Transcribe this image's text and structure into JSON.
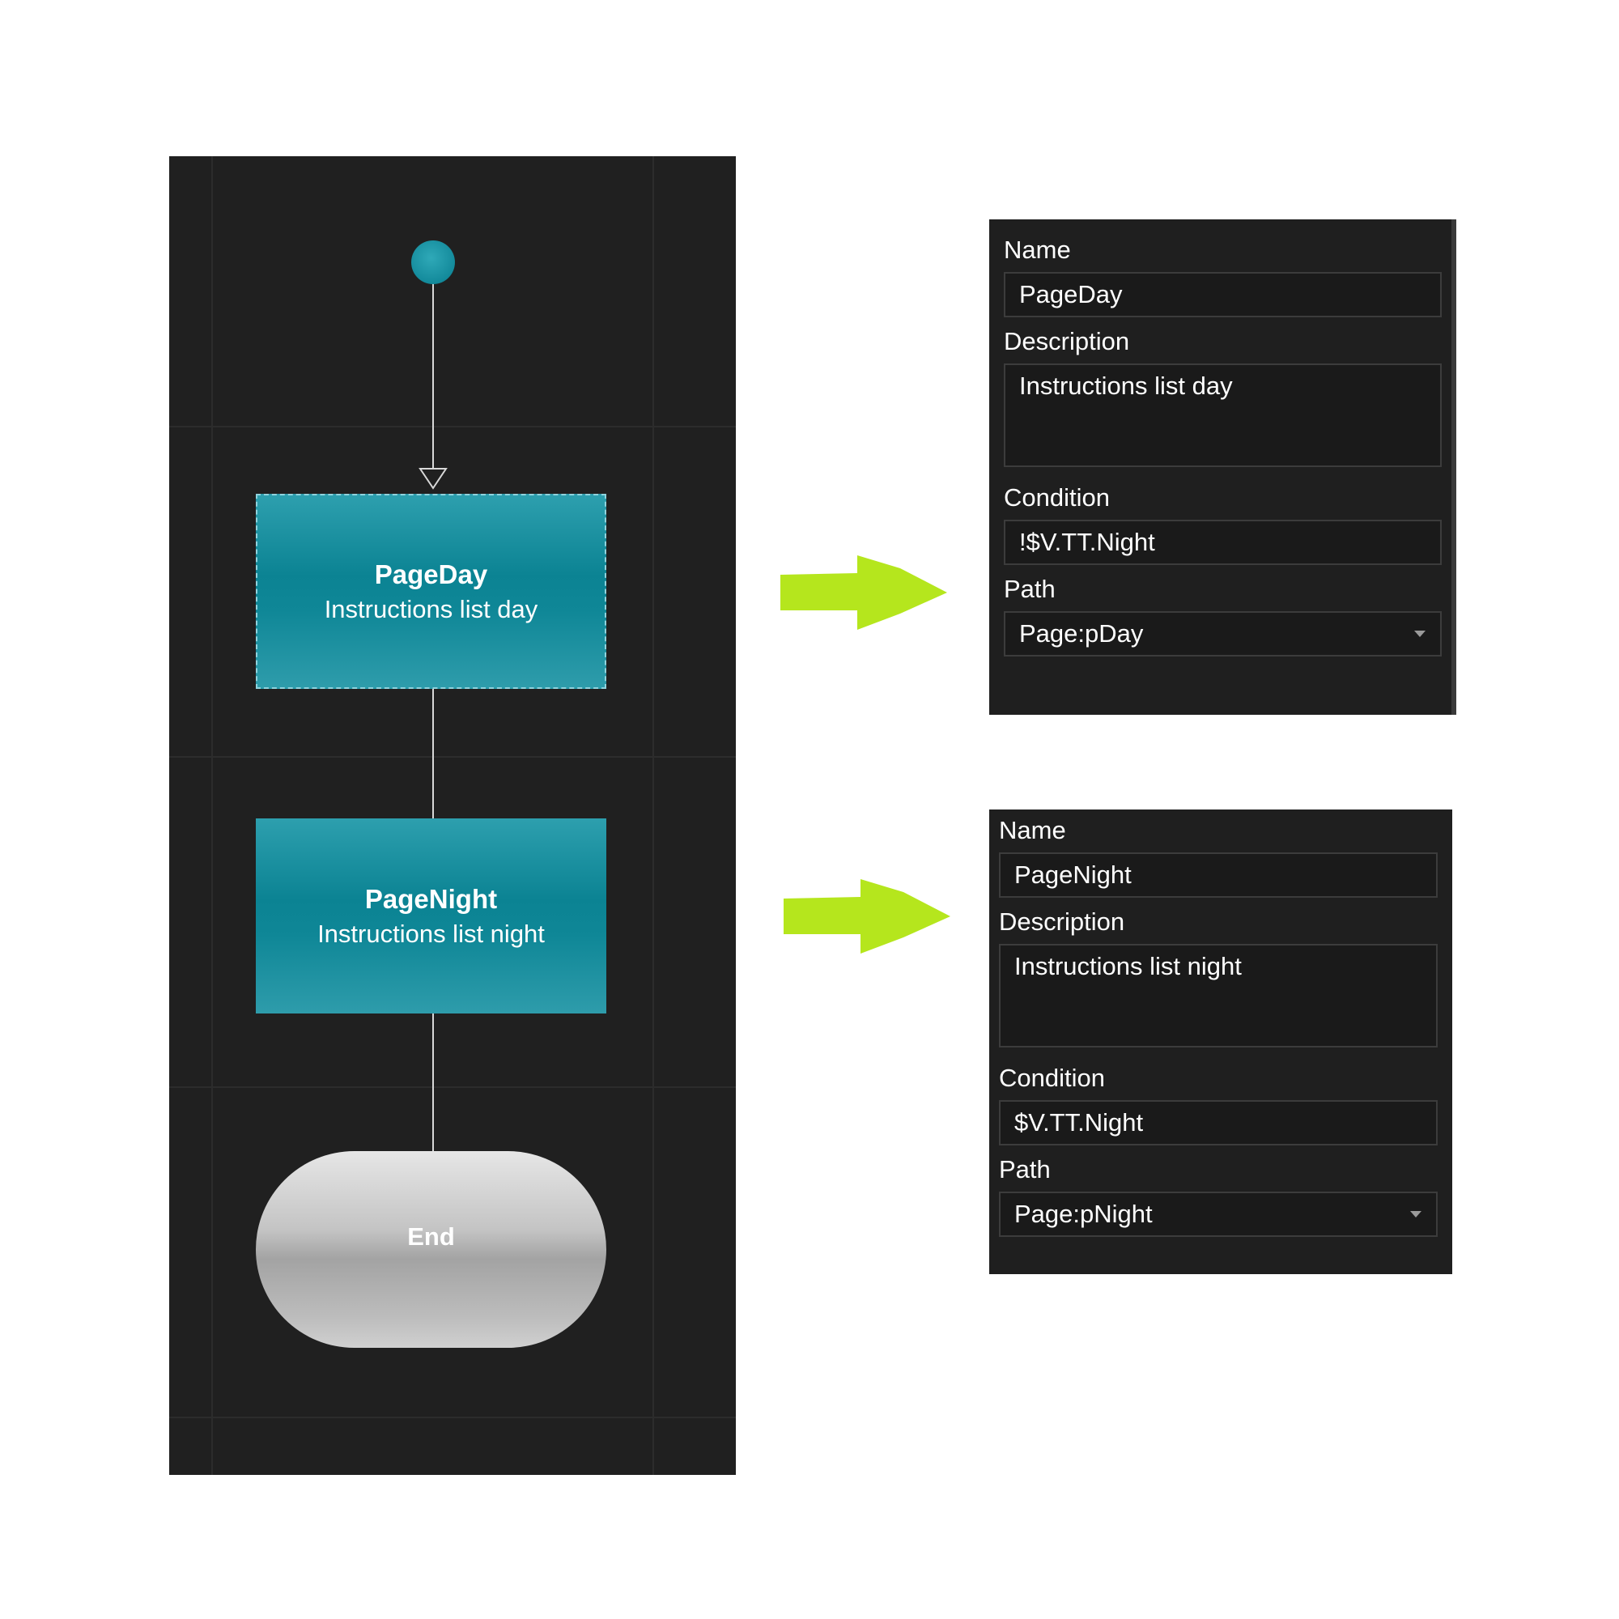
{
  "diagram": {
    "states": [
      {
        "name": "PageDay",
        "description": "Instructions list day"
      },
      {
        "name": "PageNight",
        "description": "Instructions list night"
      }
    ],
    "end_label": "End"
  },
  "property_panels": [
    {
      "name_label": "Name",
      "name_value": "PageDay",
      "description_label": "Description",
      "description_value": "Instructions list day",
      "condition_label": "Condition",
      "condition_value": "!$V.TT.Night",
      "path_label": "Path",
      "path_value": "Page:pDay"
    },
    {
      "name_label": "Name",
      "name_value": "PageNight",
      "description_label": "Description",
      "description_value": "Instructions list night",
      "condition_label": "Condition",
      "condition_value": "$V.TT.Night",
      "path_label": "Path",
      "path_value": "Page:pNight"
    }
  ],
  "colors": {
    "canvas_background": "#202020",
    "state_teal": "#0b8393",
    "start_node": "#138a9b",
    "arrow_green": "#b5e61d"
  }
}
